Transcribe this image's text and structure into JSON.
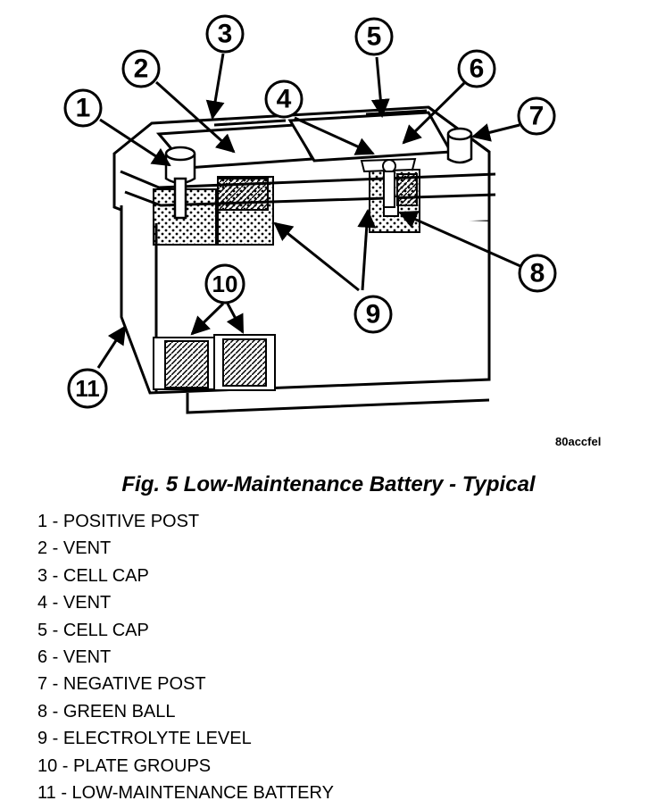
{
  "diagram": {
    "figure_code": "80accfel",
    "callouts": [
      "1",
      "2",
      "3",
      "4",
      "5",
      "6",
      "7",
      "8",
      "9",
      "10",
      "11"
    ]
  },
  "caption": "Fig. 5 Low-Maintenance Battery - Typical",
  "legend": [
    "1 - POSITIVE POST",
    "2 - VENT",
    "3 - CELL CAP",
    "4 - VENT",
    "5 - CELL CAP",
    "6 - VENT",
    "7 - NEGATIVE POST",
    "8 - GREEN BALL",
    "9 - ELECTROLYTE LEVEL",
    "10 - PLATE GROUPS",
    "11 - LOW-MAINTENANCE BATTERY"
  ]
}
